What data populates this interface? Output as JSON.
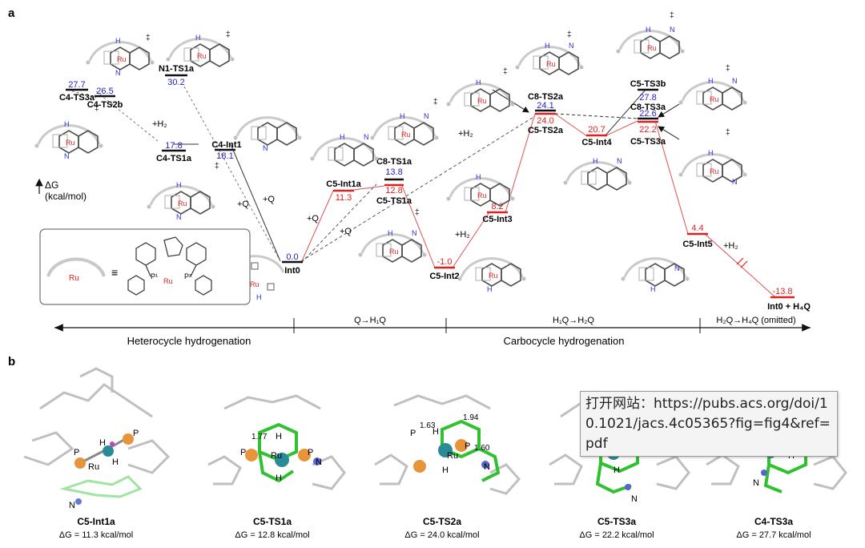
{
  "panel_a": {
    "label": "a",
    "y_axis": {
      "symbol": "ΔG",
      "unit": "(kcal/mol)"
    },
    "ticks": {
      "ts": "‡"
    },
    "levels": [
      {
        "id": "c4ts3a",
        "name": "C4-TS3a",
        "value": "27.7",
        "color": "#2222cc",
        "bar": "#111"
      },
      {
        "id": "c4ts2b",
        "name": "C4-TS2b",
        "value": "26.5",
        "color": "#2222cc",
        "bar": "#111"
      },
      {
        "id": "n1ts1a",
        "name": "N1-TS1a",
        "value": "30.2",
        "color": "#2222cc",
        "bar": "#111"
      },
      {
        "id": "c4ts1a",
        "name": "C4-TS1a",
        "value": "17.8",
        "color": "#2222cc",
        "bar": "#111"
      },
      {
        "id": "c4int1",
        "name": "C4-Int1",
        "value": "18.1",
        "color": "#2222cc",
        "bar": "#111"
      },
      {
        "id": "int0",
        "name": "Int0",
        "value": "0.0",
        "color": "#2222cc",
        "bar": "#111"
      },
      {
        "id": "c5int1a",
        "name": "C5-Int1a",
        "value": "11.3",
        "color": "#e02020",
        "bar": "#e02020"
      },
      {
        "id": "c8ts1a",
        "name": "C8-TS1a",
        "value": "13.8",
        "color": "#2222cc",
        "bar": "#111"
      },
      {
        "id": "c5ts1a",
        "name": "C5-TS1a",
        "value": "12.8",
        "color": "#e02020",
        "bar": "#e02020"
      },
      {
        "id": "c5int2",
        "name": "C5-Int2",
        "value": "-1.0",
        "color": "#e02020",
        "bar": "#e02020"
      },
      {
        "id": "c5int3",
        "name": "C5-Int3",
        "value": "8.2",
        "color": "#e02020",
        "bar": "#e02020"
      },
      {
        "id": "c8ts2a",
        "name": "C8-TS2a",
        "value": "24.1",
        "color": "#2222cc",
        "bar": "#111"
      },
      {
        "id": "c5ts2a",
        "name": "C5-TS2a",
        "value": "24.0",
        "color": "#e02020",
        "bar": "#e02020"
      },
      {
        "id": "c5int4",
        "name": "C5-Int4",
        "value": "20.7",
        "color": "#e02020",
        "bar": "#e02020"
      },
      {
        "id": "c5ts3b",
        "name": "C5-TS3b",
        "value": "27.8",
        "color": "#2222cc",
        "bar": "#111"
      },
      {
        "id": "c8ts3a",
        "name": "C8-TS3a",
        "value": "22.6",
        "color": "#2222cc",
        "bar": "#111"
      },
      {
        "id": "c5ts3a",
        "name": "C5-TS3a",
        "value": "22.2",
        "color": "#e02020",
        "bar": "#e02020"
      },
      {
        "id": "c5int5",
        "name": "C5-Int5",
        "value": "4.4",
        "color": "#e02020",
        "bar": "#e02020"
      },
      {
        "id": "int0end",
        "name": "Int0 + H₄Q",
        "value": "-13.8",
        "color": "#e02020",
        "bar": "#e02020"
      }
    ],
    "reagents": {
      "h2_a": "+H₂",
      "q_a": "+Q",
      "q_b": "+Q",
      "q_c": "+Q",
      "q_d": "+Q",
      "h2_b": "+H₂",
      "h2_c": "+H₂",
      "h2_d": "+H₂"
    },
    "stages": {
      "left": "Heterocycle hydrogenation",
      "s1": "Q→H₁Q",
      "s2": "H₁Q→H₂Q",
      "s3": "H₂Q→H₄Q (omitted)",
      "right": "Carbocycle hydrogenation"
    },
    "legend": {
      "ru": "Ru",
      "equiv": "≡",
      "p1": "P¹",
      "p2": "P²"
    },
    "mini_atoms": {
      "ru": "Ru",
      "h": "H",
      "n": "N",
      "p": "P"
    }
  },
  "panel_b": {
    "label": "b",
    "structures": [
      {
        "name": "C5-Int1a",
        "dg": "ΔG = 11.3 kcal/mol"
      },
      {
        "name": "C5-TS1a",
        "dg": "ΔG = 12.8 kcal/mol",
        "d1": "1.77"
      },
      {
        "name": "C5-TS2a",
        "dg": "ΔG = 24.0 kcal/mol",
        "d1": "1.63",
        "d2": "1.94",
        "d3": "1.60"
      },
      {
        "name": "C5-TS3a",
        "dg": "ΔG = 22.2 kcal/mol"
      },
      {
        "name": "C4-TS3a",
        "dg": "ΔG = 27.7 kcal/mol"
      }
    ],
    "atoms": {
      "ru": "Ru",
      "p": "P",
      "h": "H",
      "n": "N"
    }
  },
  "tooltip": {
    "text": "打开网站：https://pubs.acs.org/doi/10.1021/jacs.4c05365?fig=fig4&ref=pdf"
  },
  "colors": {
    "blue": "#2222cc",
    "red": "#e02020",
    "green": "#2fc12f",
    "teal": "#2a8a96",
    "orange": "#e8943a",
    "gray": "#9a9a9a"
  }
}
